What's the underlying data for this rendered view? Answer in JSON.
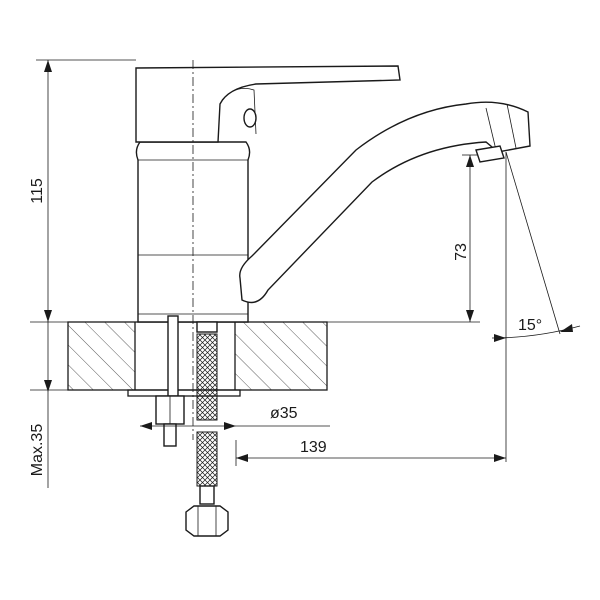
{
  "dimensions": {
    "height_total": "115",
    "spout_height": "73",
    "angle": "15°",
    "mount_max": "Max.35",
    "hole_diameter": "ø35",
    "reach": "139"
  }
}
